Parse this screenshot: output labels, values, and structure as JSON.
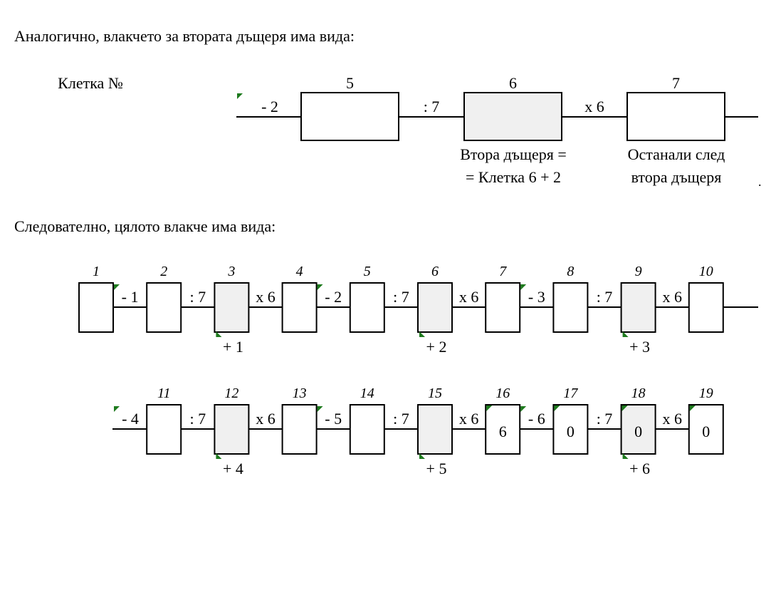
{
  "paragraphs": {
    "intro": "Аналогично, влакчето за втората дъщеря има вида:",
    "conclusion": "Следователно, цялото влакче има вида:"
  },
  "top_diagram": {
    "row_label": "Клетка №",
    "cells": [
      {
        "number": "5",
        "value": "",
        "shaded": false
      },
      {
        "number": "6",
        "value": "",
        "shaded": true
      },
      {
        "number": "7",
        "value": "",
        "shaded": false
      }
    ],
    "operations": [
      "- 2",
      ": 7",
      "x 6"
    ],
    "notes": [
      {
        "lines": [
          "Втора дъщеря =",
          "= Клетка 6 + 2"
        ]
      },
      {
        "lines": [
          "Останали след",
          "втора дъщеря"
        ]
      }
    ],
    "trailing_mark": "."
  },
  "rows": [
    {
      "cells": [
        {
          "number": "1",
          "value": "",
          "shaded": false
        },
        {
          "number": "2",
          "value": "",
          "shaded": false
        },
        {
          "number": "3",
          "value": "",
          "shaded": true,
          "below": "+ 1"
        },
        {
          "number": "4",
          "value": "",
          "shaded": false
        },
        {
          "number": "5",
          "value": "",
          "shaded": false
        },
        {
          "number": "6",
          "value": "",
          "shaded": true,
          "below": "+ 2"
        },
        {
          "number": "7",
          "value": "",
          "shaded": false
        },
        {
          "number": "8",
          "value": "",
          "shaded": false
        },
        {
          "number": "9",
          "value": "",
          "shaded": true,
          "below": "+ 3"
        },
        {
          "number": "10",
          "value": "",
          "shaded": false
        }
      ],
      "operations": [
        "- 1",
        ": 7",
        "x 6",
        "- 2",
        ": 7",
        "x 6",
        "- 3",
        ": 7",
        "x 6"
      ]
    },
    {
      "lead_operation": "- 4",
      "cells": [
        {
          "number": "11",
          "value": "",
          "shaded": false
        },
        {
          "number": "12",
          "value": "",
          "shaded": true,
          "below": "+ 4"
        },
        {
          "number": "13",
          "value": "",
          "shaded": false
        },
        {
          "number": "14",
          "value": "",
          "shaded": false
        },
        {
          "number": "15",
          "value": "",
          "shaded": true,
          "below": "+ 5"
        },
        {
          "number": "16",
          "value": "6",
          "shaded": false
        },
        {
          "number": "17",
          "value": "0",
          "shaded": false
        },
        {
          "number": "18",
          "value": "0",
          "shaded": true,
          "below": "+ 6"
        },
        {
          "number": "19",
          "value": "0",
          "shaded": false
        }
      ],
      "operations": [
        ": 7",
        "x 6",
        "- 5",
        ": 7",
        "x 6",
        "- 6",
        ": 7",
        "x 6"
      ]
    }
  ],
  "colors": {
    "shaded_fill": "#f0f0f0",
    "box_stroke": "#000000",
    "marker": "#1e7a1e"
  }
}
